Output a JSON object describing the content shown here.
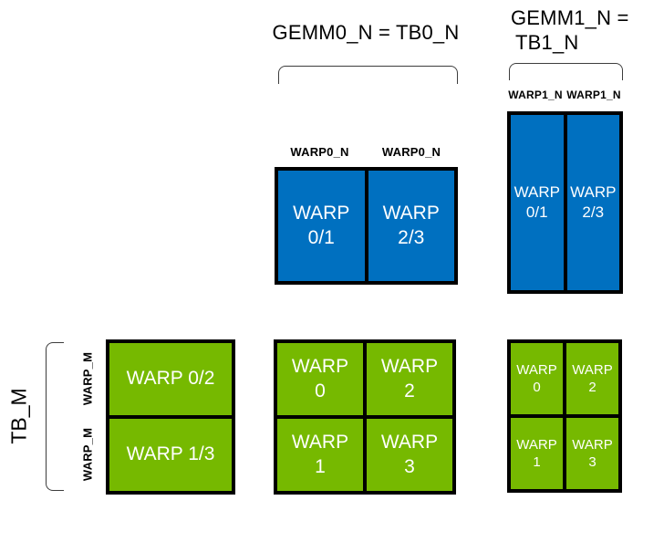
{
  "colors": {
    "blue": "#0070C0",
    "green": "#76B900",
    "border": "#000000",
    "bracket": "#3d3d3d",
    "cell_text": "#ffffff",
    "label_text": "#000000"
  },
  "top_labels": {
    "gemm0": "GEMM0_N = TB0_N",
    "gemm1_line1": "GEMM1_N =",
    "gemm1_line2": "TB1_N"
  },
  "column_labels": {
    "warp0_n": [
      "WARP0_N",
      "WARP0_N"
    ],
    "warp1_n": [
      "WARP1_N",
      "WARP1_N"
    ]
  },
  "row_labels": {
    "tb_m": "TB_M",
    "warp_m": [
      "WARP_M",
      "WARP_M"
    ]
  },
  "blocks": {
    "blue_wide": {
      "cells": [
        {
          "l1": "WARP",
          "l2": "0/1"
        },
        {
          "l1": "WARP",
          "l2": "2/3"
        }
      ]
    },
    "blue_narrow": {
      "cells": [
        {
          "l1": "WARP",
          "l2": "0/1"
        },
        {
          "l1": "WARP",
          "l2": "2/3"
        }
      ]
    },
    "green_left": {
      "cells": [
        {
          "l1": "WARP 0/2"
        },
        {
          "l1": "WARP 1/3"
        }
      ]
    },
    "green_center": {
      "cells": [
        {
          "l1": "WARP",
          "l2": "0"
        },
        {
          "l1": "WARP",
          "l2": "2"
        },
        {
          "l1": "WARP",
          "l2": "1"
        },
        {
          "l1": "WARP",
          "l2": "3"
        }
      ]
    },
    "green_right": {
      "cells": [
        {
          "l1": "WARP",
          "l2": "0"
        },
        {
          "l1": "WARP",
          "l2": "2"
        },
        {
          "l1": "WARP",
          "l2": "1"
        },
        {
          "l1": "WARP",
          "l2": "3"
        }
      ]
    }
  }
}
